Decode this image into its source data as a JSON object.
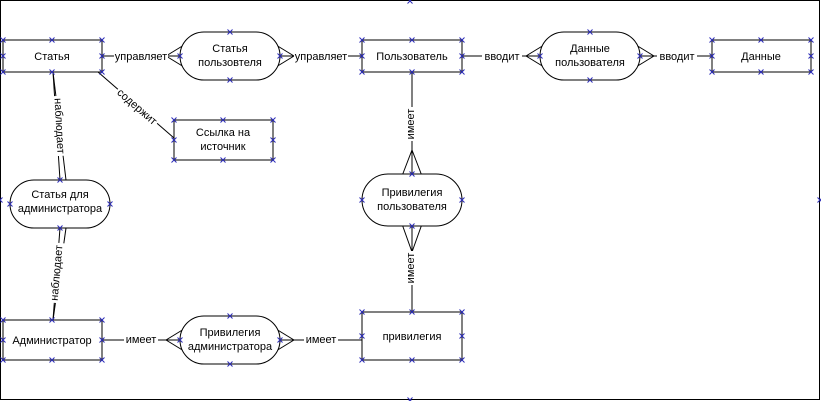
{
  "entities": {
    "article": "Статья",
    "user": "Пользователь",
    "data": "Данные",
    "source_link": [
      "Ссылка на",
      "источник"
    ],
    "administrator": "Администратор",
    "privilege": "привилегия"
  },
  "relations": {
    "user_article": [
      "Статья",
      "пользовтеля"
    ],
    "user_data": [
      "Данные",
      "пользователя"
    ],
    "admin_article": [
      "Статья для",
      "администратора"
    ],
    "user_privilege": [
      "Привилегия",
      "пользователя"
    ],
    "admin_privilege": [
      "Привилегия",
      "администратора"
    ]
  },
  "edge_labels": {
    "article_manages": "управляет",
    "user_manages": "управляет",
    "user_enters": "вводит",
    "data_enters": "вводит",
    "contains": "содержит",
    "article_observes": "наблюдает",
    "admin_observes": "наблюдает",
    "user_has": "имеет",
    "privilege_has": "имеет",
    "admin_has": "имеет",
    "priv_has": "имеет"
  }
}
